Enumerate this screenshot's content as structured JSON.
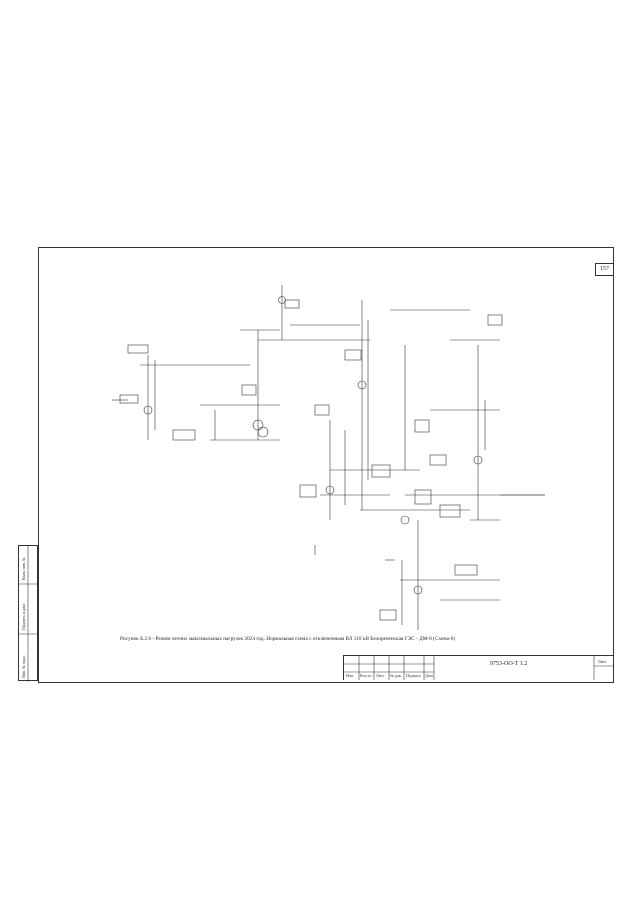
{
  "sheet": {
    "number": "157",
    "caption": "Рисунок Б.2.6 - Режим летних максимальных нагрузок 2024 год. Нормальная схема с отключенным ВЛ 110 кВ Белореченская ГЭС - ДМ-8 (Схема-6)",
    "doc_code": "9753-ОО-Т 1.2",
    "sheet_label": "Лист"
  },
  "stamp": {
    "headers": [
      "Изм.",
      "Кол.уч.",
      "Лист",
      "№ док.",
      "Подпись",
      "Дата"
    ]
  },
  "side_panel": {
    "labels": [
      "Инв. № подл.",
      "Подпись и дата",
      "Взам. инв. №"
    ]
  }
}
